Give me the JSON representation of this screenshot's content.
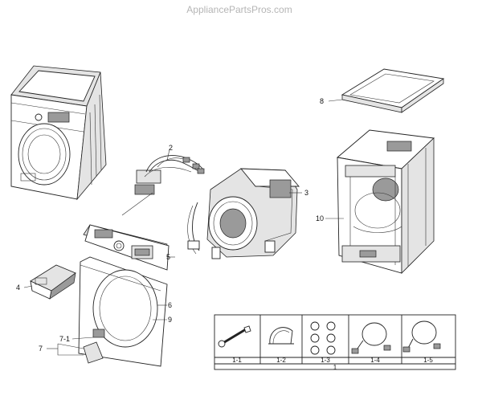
{
  "watermark": "AppliancePartsPros.com",
  "callouts": {
    "c2": "2",
    "c3": "3",
    "c4": "4",
    "c5": "5",
    "c6": "6",
    "c7": "7",
    "c7_1": "7-1",
    "c8": "8",
    "c9": "9",
    "c10": "10"
  },
  "accessories": {
    "group_label": "1",
    "items": [
      "1-1",
      "1-2",
      "1-3",
      "1-4",
      "1-5"
    ]
  },
  "components": [
    {
      "name": "washer-overview-icon"
    },
    {
      "name": "wire-harness"
    },
    {
      "name": "tub-assembly"
    },
    {
      "name": "top-cover"
    },
    {
      "name": "cabinet-frame"
    },
    {
      "name": "control-panel"
    },
    {
      "name": "detergent-drawer"
    },
    {
      "name": "front-panel"
    },
    {
      "name": "filter-cover"
    }
  ]
}
